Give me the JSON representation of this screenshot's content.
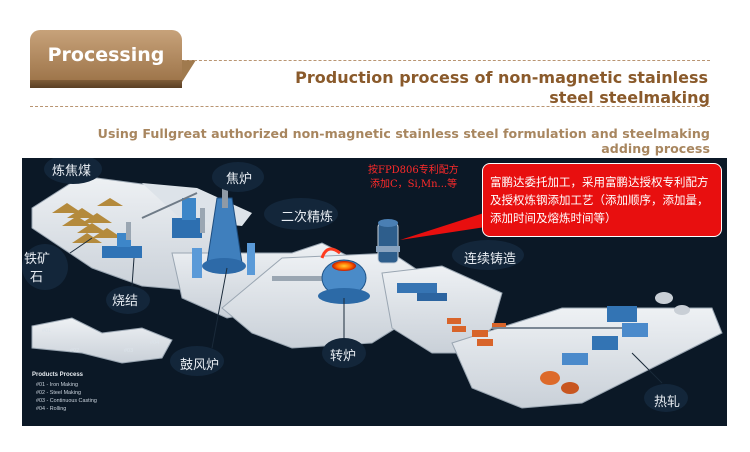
{
  "header": {
    "tab_label": "Processing",
    "title_line1": "Production process of non-magnetic stainless",
    "title_line2": "steel steelmaking",
    "subtitle": "Using Fullgreat authorized non-magnetic stainless steel formulation and steelmaking adding process"
  },
  "diagram": {
    "labels": {
      "coking_coal": "炼焦煤",
      "coke_oven": "焦炉",
      "secondary_refining": "二次精炼",
      "iron_ore_line1": "铁矿",
      "iron_ore_line2": "石",
      "sintering": "烧结",
      "blast_furnace": "鼓风炉",
      "converter": "转炉",
      "continuous_casting": "连续铸造",
      "hot_rolling": "热轧"
    },
    "formula_note_line1": "按FPD806专利配方",
    "formula_note_line2": "添加C，Si,Mn...等",
    "callout": "富鹏达委托加工，采用富鹏达授权专利配方及授权炼钢添加工艺（添加顺序，添加量，添加时间及熔炼时间等）",
    "zones": [
      "#01",
      "#02",
      "#03",
      "#04"
    ],
    "legend": {
      "title": "Products Process",
      "items": [
        "#01 - Iron Making",
        "#02 - Steel Making",
        "#03 - Continuous Casting",
        "#04 - Rolling"
      ]
    },
    "colors": {
      "callout": "#e80f0f",
      "background": "#0b1826",
      "accent": "#8a5a2b"
    }
  }
}
